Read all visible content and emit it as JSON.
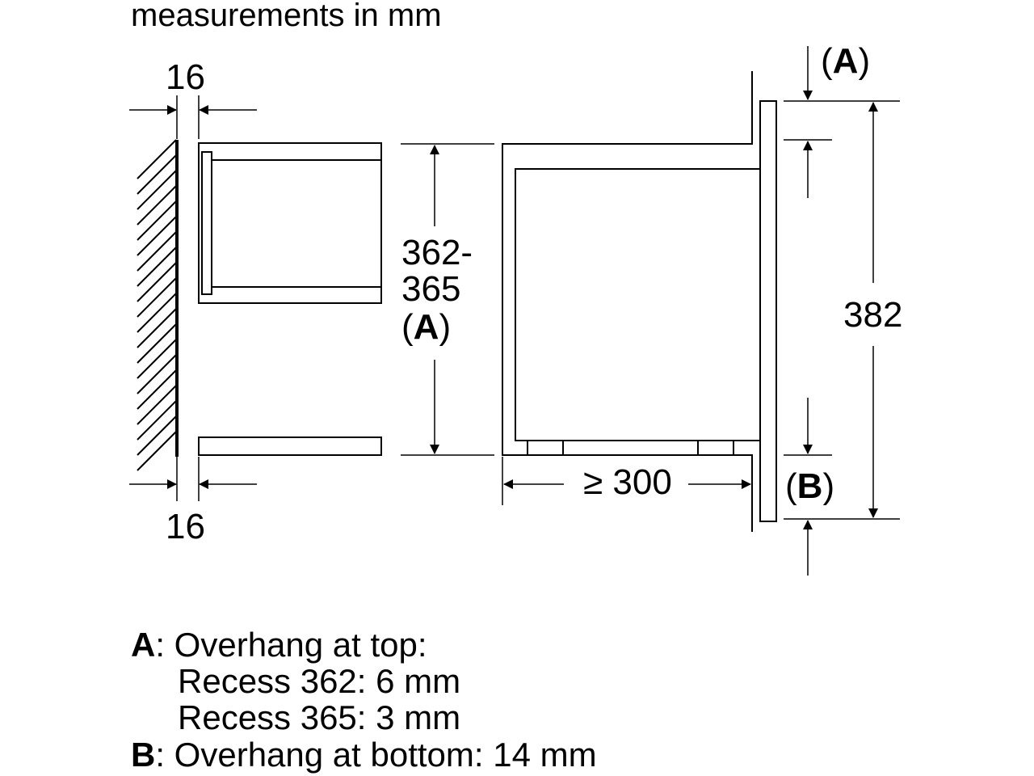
{
  "title": "measurements in mm",
  "dims": {
    "side_gap_top": "16",
    "side_gap_bottom": "16",
    "recess_h1": "362-",
    "recess_h2": "365",
    "recess_h3_open": "(",
    "recess_h3_letter": "A",
    "recess_h3_close": ")",
    "front_height": "382",
    "depth": "≥ 300",
    "overhang_top_open": "(",
    "overhang_top_letter": "A",
    "overhang_top_close": ")",
    "overhang_bottom_open": "(",
    "overhang_bottom_letter": "B",
    "overhang_bottom_close": ")"
  },
  "legend": {
    "a_key": "A",
    "a_line1": ": Overhang at top:",
    "a_line2": "Recess 362: 6 mm",
    "a_line3": "Recess 365: 3 mm",
    "b_key": "B",
    "b_line1": ": Overhang at bottom: 14 mm"
  }
}
